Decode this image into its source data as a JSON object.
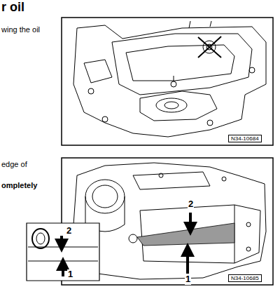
{
  "diagram": {
    "title": "r oil",
    "labels": [
      "wing the oil",
      "edge of",
      "ompletely",
      "N34-10684",
      "2",
      "1",
      "2",
      "1",
      "N34-10685"
    ]
  }
}
